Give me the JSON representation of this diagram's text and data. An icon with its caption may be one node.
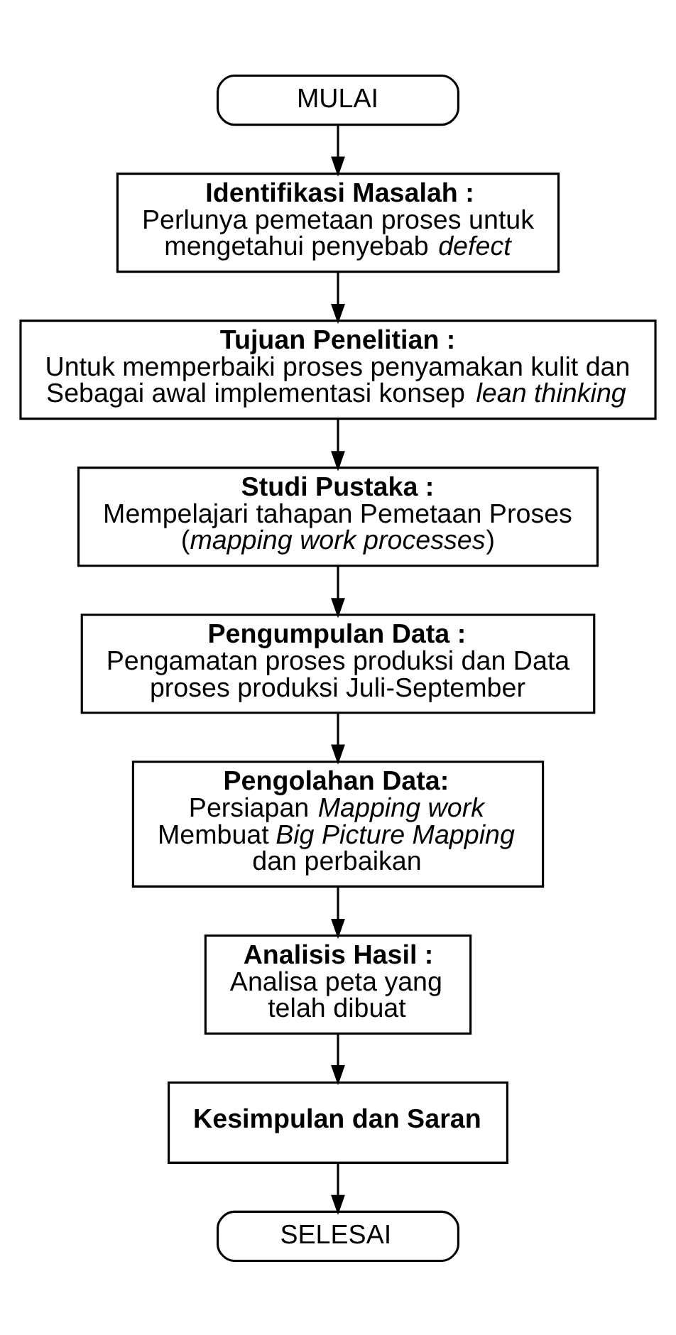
{
  "diagram": {
    "nodes": [
      {
        "text": [
          "MULAI"
        ]
      },
      {
        "text": [
          "Identifikasi Masalah :",
          "Perlunya pemetaan proses untuk mengetahui penyebab *defect*"
        ]
      },
      {
        "text": [
          "Tujuan Penelitian :",
          "Untuk memperbaiki proses penyamakan kulit dan Sebagai awal implementasi konsep *lean thinking*"
        ]
      },
      {
        "text": [
          "Studi Pustaka :",
          "Mempelajari tahapan Pemetaan Proses (*mapping work processes*)"
        ]
      },
      {
        "text": [
          "Pengumpulan Data :",
          "Pengamatan proses produksi dan Data proses produksi Juli-September"
        ]
      },
      {
        "text": [
          "Pengolahan Data:",
          "Persiapan *Mapping work* Membuat *Big Picture Mapping* dan perbaikan"
        ]
      },
      {
        "text": [
          "Analisis Hasil :",
          "Analisa peta yang telah dibuat"
        ]
      },
      {
        "text": [
          "Kesimpulan dan Saran"
        ]
      },
      {
        "text": [
          "SELESAI"
        ]
      }
    ],
    "edges": [
      {
        "from": 0,
        "to": 1,
        "arrow": "to"
      },
      {
        "from": 1,
        "to": 2,
        "arrow": "to"
      },
      {
        "from": 2,
        "to": 3,
        "arrow": "to"
      },
      {
        "from": 3,
        "to": 4,
        "arrow": "to"
      },
      {
        "from": 4,
        "to": 5,
        "arrow": "to"
      },
      {
        "from": 5,
        "to": 6,
        "arrow": "to"
      },
      {
        "from": 6,
        "to": 7,
        "arrow": "to"
      },
      {
        "from": 7,
        "to": 8,
        "arrow": "to"
      }
    ]
  }
}
